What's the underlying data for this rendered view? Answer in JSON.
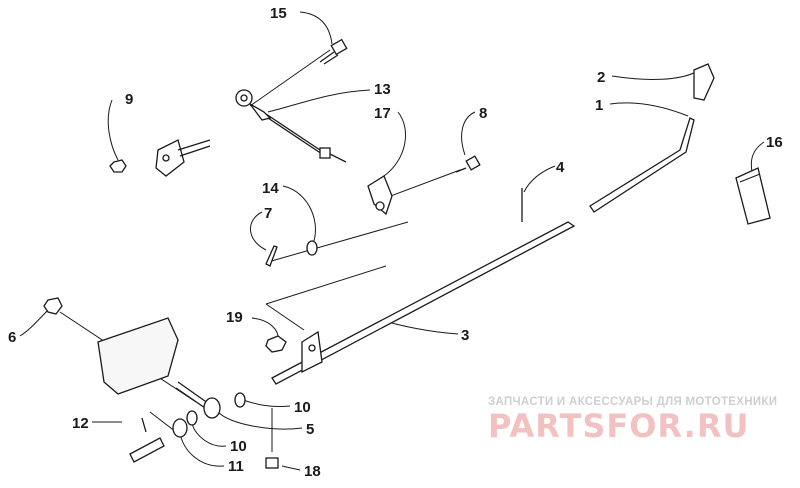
{
  "diagram": {
    "callouts": [
      {
        "id": "c15",
        "label": "15"
      },
      {
        "id": "c2",
        "label": "2"
      },
      {
        "id": "c1",
        "label": "1"
      },
      {
        "id": "c9",
        "label": "9"
      },
      {
        "id": "c13",
        "label": "13"
      },
      {
        "id": "c17",
        "label": "17"
      },
      {
        "id": "c8",
        "label": "8"
      },
      {
        "id": "c16",
        "label": "16"
      },
      {
        "id": "c4",
        "label": "4"
      },
      {
        "id": "c14",
        "label": "14"
      },
      {
        "id": "c7",
        "label": "7"
      },
      {
        "id": "c6",
        "label": "6"
      },
      {
        "id": "c19",
        "label": "19"
      },
      {
        "id": "c3",
        "label": "3"
      },
      {
        "id": "c10a",
        "label": "10"
      },
      {
        "id": "c5",
        "label": "5"
      },
      {
        "id": "c12",
        "label": "12"
      },
      {
        "id": "c10b",
        "label": "10"
      },
      {
        "id": "c11",
        "label": "11"
      },
      {
        "id": "c18",
        "label": "18"
      }
    ]
  },
  "watermark": {
    "tagline": "ЗАПЧАСТИ И АКСЕССУАРЫ ДЛЯ МОТОТЕХНИКИ",
    "logo": "PARTSFOR.RU",
    "logo_color": "#f2c2c2"
  }
}
